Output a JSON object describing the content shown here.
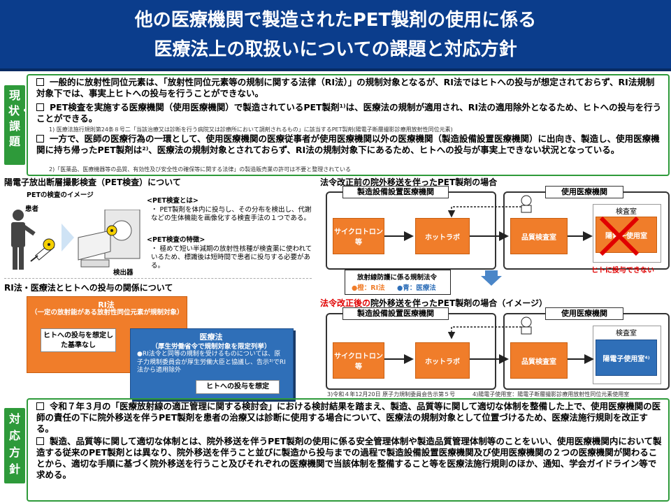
{
  "header": {
    "title_line1": "他の医療機関で製造されたPET製剤の使用に係る",
    "title_line2": "医療法上の取扱いについての課題と対応方針"
  },
  "current_issues": {
    "tag": "現状・課題",
    "bullet1": "一般的に放射性同位元素は、「放射性同位元素等の規制に関する法律（RI法）」の規制対象となるが、RI法ではヒトへの投与が想定されておらず、RI法規制対象下では、事実上ヒトへの投与を行うことができない。",
    "bullet2": "PET検査を実施する医療機関（使用医療機関）で製造されているPET製剤¹⁾は、医療法の規制が適用され、RI法の適用除外となるため、ヒトへの投与を行うことができる。",
    "footnote1": "1) 医療法施行規則第24条８号二「当該治療又は診断を行う病院又は診療所において調剤されるもの」に該当するPET製剤(陽電子断層撮影診療用放射性同位元素)",
    "bullet3": "一方で、医師の医療行為の一環として、使用医療機関の医療従事者が使用医療機関以外の医療機関（製造設備設置医療機関）に出向き、製造し、使用医療機関に持ち帰ったPET製剤は²⁾、医療法の規制対象とされておらず、RI法の規制対象下にあるため、ヒトへの投与が事実上できない状況となっている。",
    "footnote2": "2)「医薬品、医療機器等の品質、有効性及び安全性の確保等に関する法律」の製造販売業の許可は不要と整理されている"
  },
  "pet_section": {
    "heading": "陽電子放出断層撮影検査（PET検査）について",
    "image_label": "PETの検査のイメージ",
    "patient_label": "患者",
    "detector_label": "検出器",
    "what_title": "<PET検査とは>",
    "what_body": "・ PET製剤を体内に投与し、その分布を検出し、代謝などの生体機能を画像化する検査手法の１つである。",
    "feature_title": "<PET検査の特徴>",
    "feature_body": "・ 極めて短い半減期の放射性核種が検査薬に使われているため、標識後は短時間で患者に投与する必要がある。"
  },
  "ri_section": {
    "heading": "RI法・医療法とヒトへの投与の関係について",
    "ri_title": "RI法",
    "ri_sub": "（一定の放射能がある放射性同位元素が規制対象）",
    "ri_note": "ヒトへの投与を想定した基準なし",
    "med_title": "医療法",
    "med_sub": "（厚生労働省令で規制対象を限定列挙）",
    "med_body": "●RI法令と同等の規制を受けるものについては、原子力規制委員会が厚生労働大臣と協議し、告示³⁾でRI法から適用除外",
    "med_note": "ヒトへの投与を想定"
  },
  "before": {
    "heading_a": "法令改正前の院外移送を伴ったPET製剤の場合",
    "mfg_label": "製造設備設置医療機関",
    "use_label": "使用医療機関",
    "cyclotron": "サイクロトロン等",
    "hotlab": "ホットラボ",
    "qc_room": "品質検査室",
    "exam_room": "検査室",
    "pet_room": "陽電子使用室",
    "no_admin": "ヒトに投与できない"
  },
  "legend": {
    "title": "放射線防護に係る規制法令",
    "orange": "●橙：RI法",
    "blue": "●青：医療法"
  },
  "after": {
    "heading_red": "法令改正後の",
    "heading_rest": "院外移送を伴ったPET製剤の場合（イメージ）",
    "mfg_label": "製造設備設置医療機関",
    "use_label": "使用医療機関",
    "cyclotron": "サイクロトロン等",
    "hotlab": "ホットラボ",
    "qc_room": "品質検査室",
    "exam_room": "検査室",
    "pet_room": "陽電子使用室⁴⁾"
  },
  "notes": {
    "note3": "3)令和４年12月20日 原子力規制委員会告示第５号",
    "note4": "4)陽電子使用室：陽電子断層撮影診療用放射性同位元素使用室"
  },
  "policy": {
    "tag": "対応方針",
    "bullet1": "令和７年３月の「医療放射線の適正管理に関する検討会」における検討結果を踏まえ、製造、品質等に関して適切な体制を整備した上で、使用医療機関の医師の責任の下に院外移送を伴うPET製剤を患者の治療又は診断に使用する場合について、医療法の規制対象として位置づけるため、医療法施行規則を改正する。",
    "bullet2": "製造、品質等に関して適切な体制とは、院外移送を伴うPET製剤の使用に係る安全管理体制や製造品質管理体制等のことをいい、使用医療機関内において製造する従来のPET製剤とは異なり、院外移送を伴うこと並びに製造から投与までの過程で製造設備設置医療機関及び使用医療機関の２つの医療機関が関わることから、適切な手順に基づく院外移送を行うこと及びそれぞれの医療機関で当該体制を整備すること等を医療法施行規則のほか、通知、学会ガイドライン等で求める。"
  },
  "colors": {
    "orange": "#f07d2a",
    "blue": "#2f6fb8",
    "green": "#2e9a3a",
    "navy": "#0b3d8c",
    "red": "#e00000"
  }
}
